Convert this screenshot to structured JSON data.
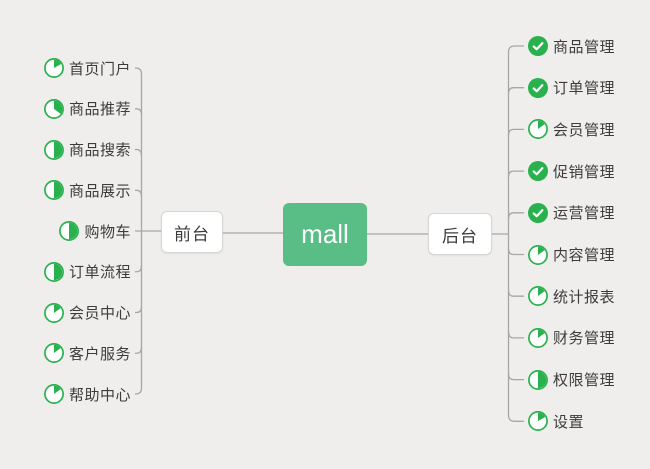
{
  "app": {
    "background_color": "#efeeec",
    "line_color": "#a6a6a6"
  },
  "root": {
    "label": "mall",
    "color": "#58be85",
    "text_color": "#ffffff"
  },
  "icon_color": "#29b14e",
  "left_branch": {
    "label": "前台",
    "items": [
      {
        "label": "首页门户",
        "icon": "progress-pie-icon",
        "percent": 17
      },
      {
        "label": "商品推荐",
        "icon": "progress-pie-icon",
        "percent": 35
      },
      {
        "label": "商品搜索",
        "icon": "progress-pie-icon",
        "percent": 50
      },
      {
        "label": "商品展示",
        "icon": "progress-pie-icon",
        "percent": 50
      },
      {
        "label": "购物车",
        "icon": "progress-pie-icon",
        "percent": 50
      },
      {
        "label": "订单流程",
        "icon": "progress-pie-icon",
        "percent": 50
      },
      {
        "label": "会员中心",
        "icon": "progress-pie-icon",
        "percent": 15
      },
      {
        "label": "客户服务",
        "icon": "progress-pie-icon",
        "percent": 15
      },
      {
        "label": "帮助中心",
        "icon": "progress-pie-icon",
        "percent": 15
      }
    ]
  },
  "right_branch": {
    "label": "后台",
    "items": [
      {
        "label": "商品管理",
        "icon": "check-icon"
      },
      {
        "label": "订单管理",
        "icon": "check-icon"
      },
      {
        "label": "会员管理",
        "icon": "progress-pie-icon",
        "percent": 15
      },
      {
        "label": "促销管理",
        "icon": "check-icon"
      },
      {
        "label": "运营管理",
        "icon": "check-icon"
      },
      {
        "label": "内容管理",
        "icon": "progress-pie-icon",
        "percent": 15
      },
      {
        "label": "统计报表",
        "icon": "progress-pie-icon",
        "percent": 15
      },
      {
        "label": "财务管理",
        "icon": "progress-pie-icon",
        "percent": 15
      },
      {
        "label": "权限管理",
        "icon": "progress-pie-icon",
        "percent": 50
      },
      {
        "label": "设置",
        "icon": "progress-pie-icon",
        "percent": 17
      }
    ]
  }
}
